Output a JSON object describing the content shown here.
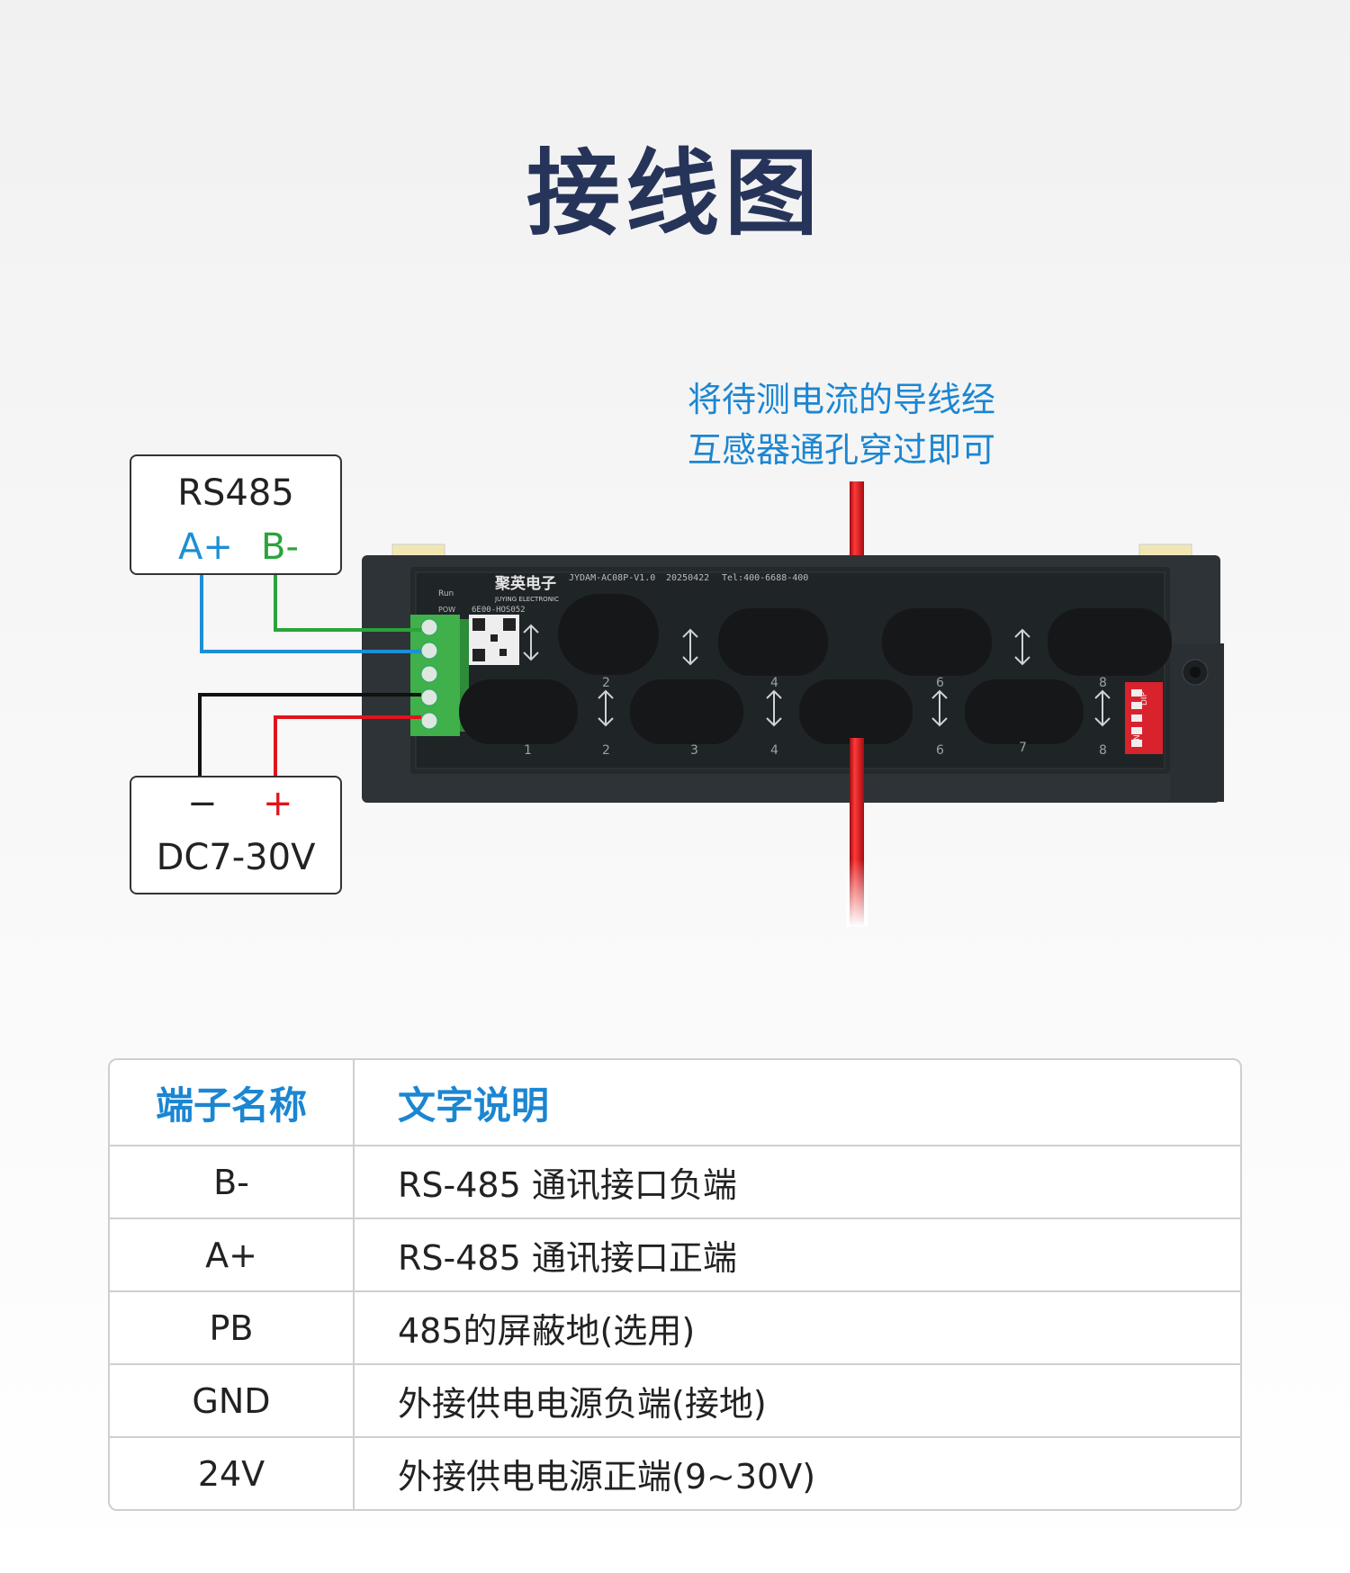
{
  "title": "接线图",
  "note": "将待测电流的导线经\n互感器通孔穿过即可",
  "rs485_box": {
    "label": "RS485",
    "a": "A+",
    "b": "B-"
  },
  "power_box": {
    "minus": "−",
    "plus": "+",
    "label": "DC7-30V"
  },
  "device": {
    "brand": "聚英电子",
    "brand_en": "JUYING ELECTRONIC",
    "model": "JYDAM-AC08P-V1.0",
    "date": "20250422",
    "tel": "Tel:400-6688-400",
    "run_label": "Run",
    "pow_label": "POW",
    "serial": "6E00-HOS052",
    "dip_label": "DIP",
    "dip_on": "ON",
    "dip_numbers": "1 2 3 4 5",
    "ct_numbers_bottom": [
      "1",
      "2",
      "3",
      "4",
      "6",
      "7",
      "8"
    ],
    "ct_numbers_top": [
      "2",
      "4",
      "6",
      "8"
    ]
  },
  "colors": {
    "title": "#27345a",
    "accent_blue": "#1b86d2",
    "wire_green": "#2aa43a",
    "wire_blue": "#1c8fd6",
    "wire_black": "#111111",
    "wire_red": "#e0141c",
    "terminal_green": "#3fb04a"
  },
  "table": {
    "headers": [
      "端子名称",
      "文字说明"
    ],
    "rows": [
      [
        "B-",
        "RS-485 通讯接口负端"
      ],
      [
        "A+",
        "RS-485 通讯接口正端"
      ],
      [
        "PB",
        "485的屏蔽地(选用)"
      ],
      [
        "GND",
        "外接供电电源负端(接地)"
      ],
      [
        "24V",
        "外接供电电源正端(9~30V)"
      ]
    ]
  }
}
